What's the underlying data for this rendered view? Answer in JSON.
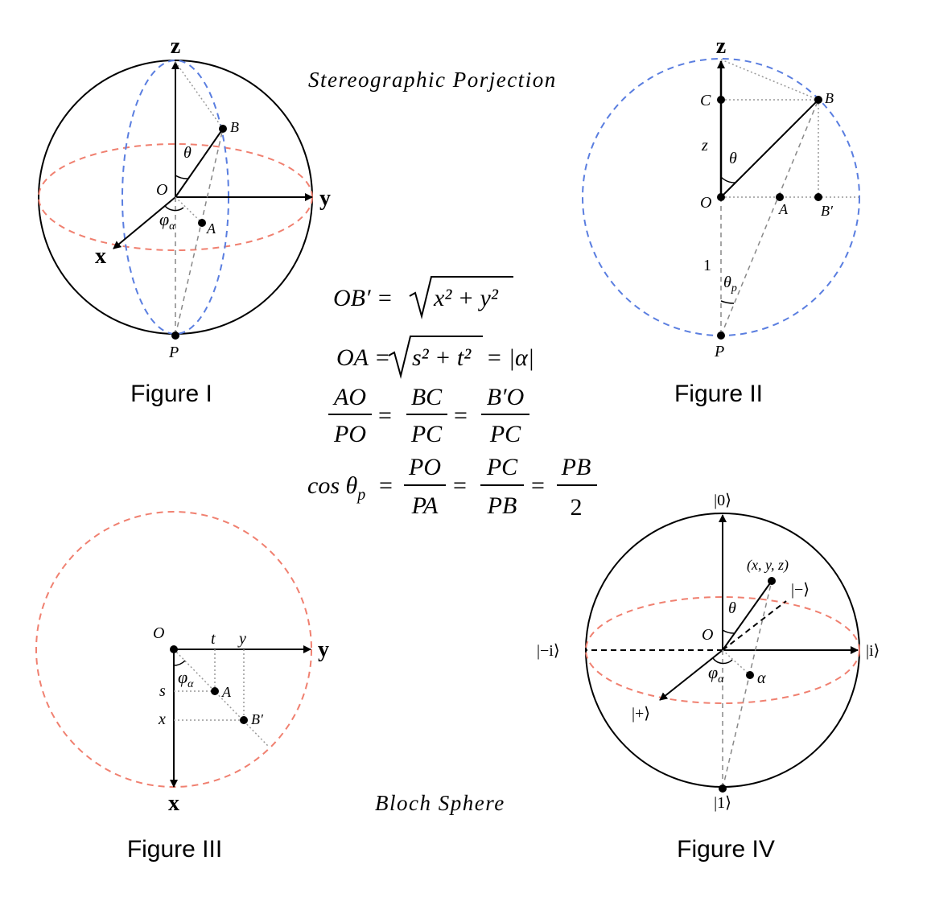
{
  "titles": {
    "stereo": "Stereographic Porjection",
    "bloch": "Bloch Sphere"
  },
  "captions": {
    "fig1": "Figure I",
    "fig2": "Figure II",
    "fig3": "Figure III",
    "fig4": "Figure IV"
  },
  "fig1": {
    "z": "z",
    "y": "y",
    "x": "x",
    "O": "O",
    "B": "B",
    "A": "A",
    "P": "P",
    "theta": "θ",
    "phi": "φ",
    "phi_sub": "α"
  },
  "fig2": {
    "z_axis": "z",
    "C": "C",
    "B": "B",
    "z_len": "z",
    "theta": "θ",
    "O": "O",
    "A": "A",
    "Bprime": "B′",
    "one": "1",
    "theta_p": "θ",
    "theta_p_sub": "p",
    "P": "P"
  },
  "fig3": {
    "O": "O",
    "t": "t",
    "y_tick": "y",
    "y_axis": "y",
    "phi": "φ",
    "phi_sub": "α",
    "s": "s",
    "A": "A",
    "x_tick": "x",
    "Bprime": "B′",
    "x_axis": "x"
  },
  "fig4": {
    "ket0": "|0⟩",
    "xyz": "(x, y, z)",
    "ket_minus": "|−⟩",
    "theta": "θ",
    "O": "O",
    "ket_minus_i": "|−i⟩",
    "ket_i": "|i⟩",
    "phi": "φ",
    "phi_sub": "α",
    "alpha": "α",
    "ket_plus": "|+⟩",
    "ket1": "|1⟩"
  },
  "equations": {
    "eq1_lhs": "OB′ =",
    "eq1_rad": "x² + y²",
    "eq2_lhs": "OA =",
    "eq2_rad": "s² + t²",
    "eq2_rhs": "= |α|",
    "eq3_n1": "AO",
    "eq3_d1": "PO",
    "eq3_n2": "BC",
    "eq3_d2": "PC",
    "eq3_n3": "B′O",
    "eq3_d3": "PC",
    "eq4_lhs": "cos θ",
    "eq4_lhs_sub": "p",
    "eq4_n1": "PO",
    "eq4_d1": "PA",
    "eq4_n2": "PC",
    "eq4_d2": "PB",
    "eq4_n3": "PB",
    "eq4_d3": "2",
    "eq_sign": "="
  },
  "colors": {
    "equator": "#f08070",
    "meridian": "#5a7ee0",
    "projection_line": "#888888",
    "guide_line": "#999999",
    "ink": "#000000"
  }
}
